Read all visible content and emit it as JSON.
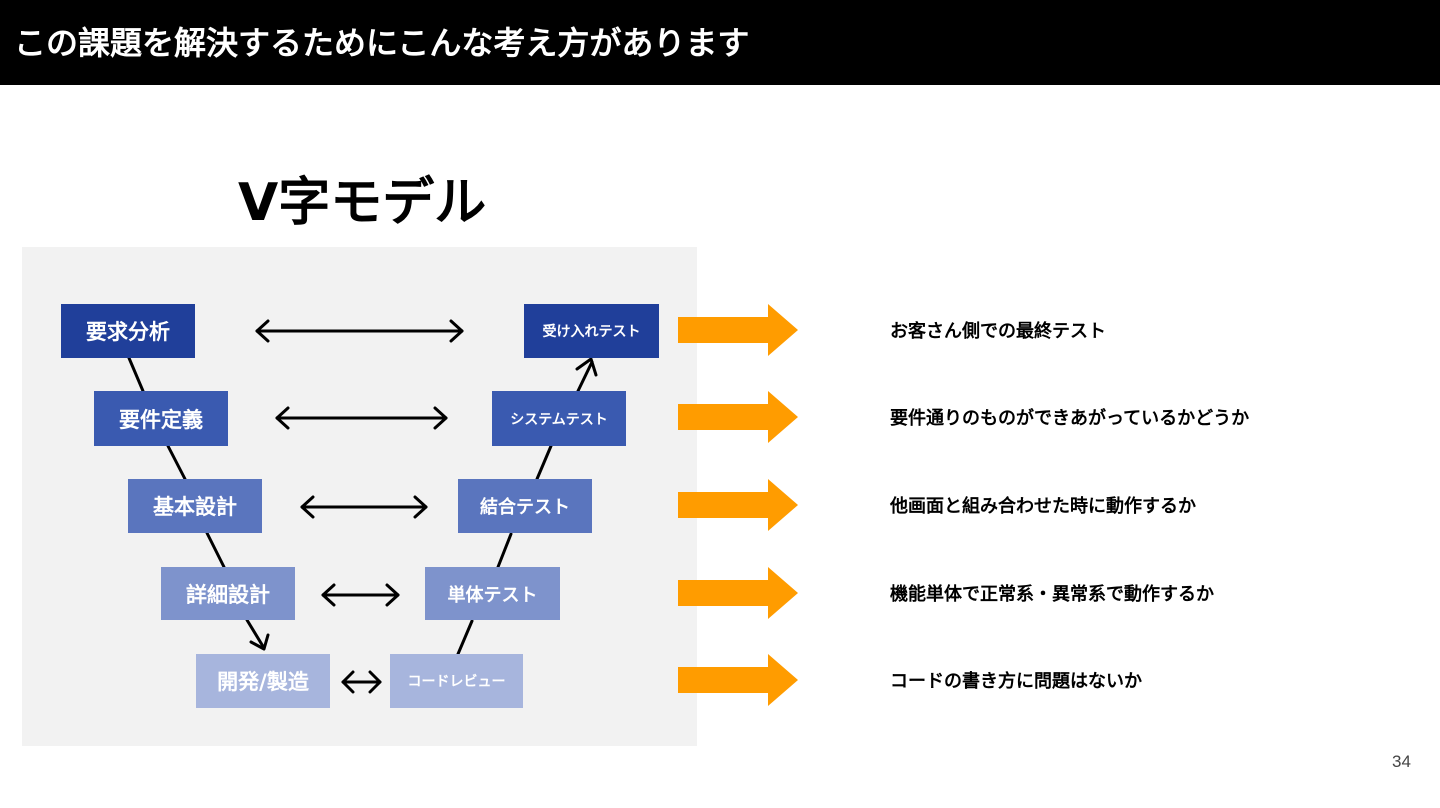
{
  "header": {
    "title": "この課題を解決するためにこんな考え方があります"
  },
  "model_title": "V字モデル",
  "left_stages": [
    {
      "label": "要求分析"
    },
    {
      "label": "要件定義"
    },
    {
      "label": "基本設計"
    },
    {
      "label": "詳細設計"
    },
    {
      "label": "開発/製造"
    }
  ],
  "right_stages": [
    {
      "label": "受け入れテスト"
    },
    {
      "label": "システムテスト"
    },
    {
      "label": "結合テスト"
    },
    {
      "label": "単体テスト"
    },
    {
      "label": "コードレビュー"
    }
  ],
  "descriptions": [
    "お客さん側での最終テスト",
    "要件通りのものができあがっているかどうか",
    "他画面と組み合わせた時に動作するか",
    "機能単体で正常系・異常系で動作するか",
    "コードの書き方に問題はないか"
  ],
  "colors": {
    "header_bg": "#000000",
    "panel_bg": "#f2f2f2",
    "level1": "#203f9a",
    "level2": "#3a5ab0",
    "level3": "#5a75be",
    "level4": "#7e93cc",
    "level5": "#a7b5dd",
    "arrow_orange": "#ff9c00"
  },
  "page_number": "34"
}
